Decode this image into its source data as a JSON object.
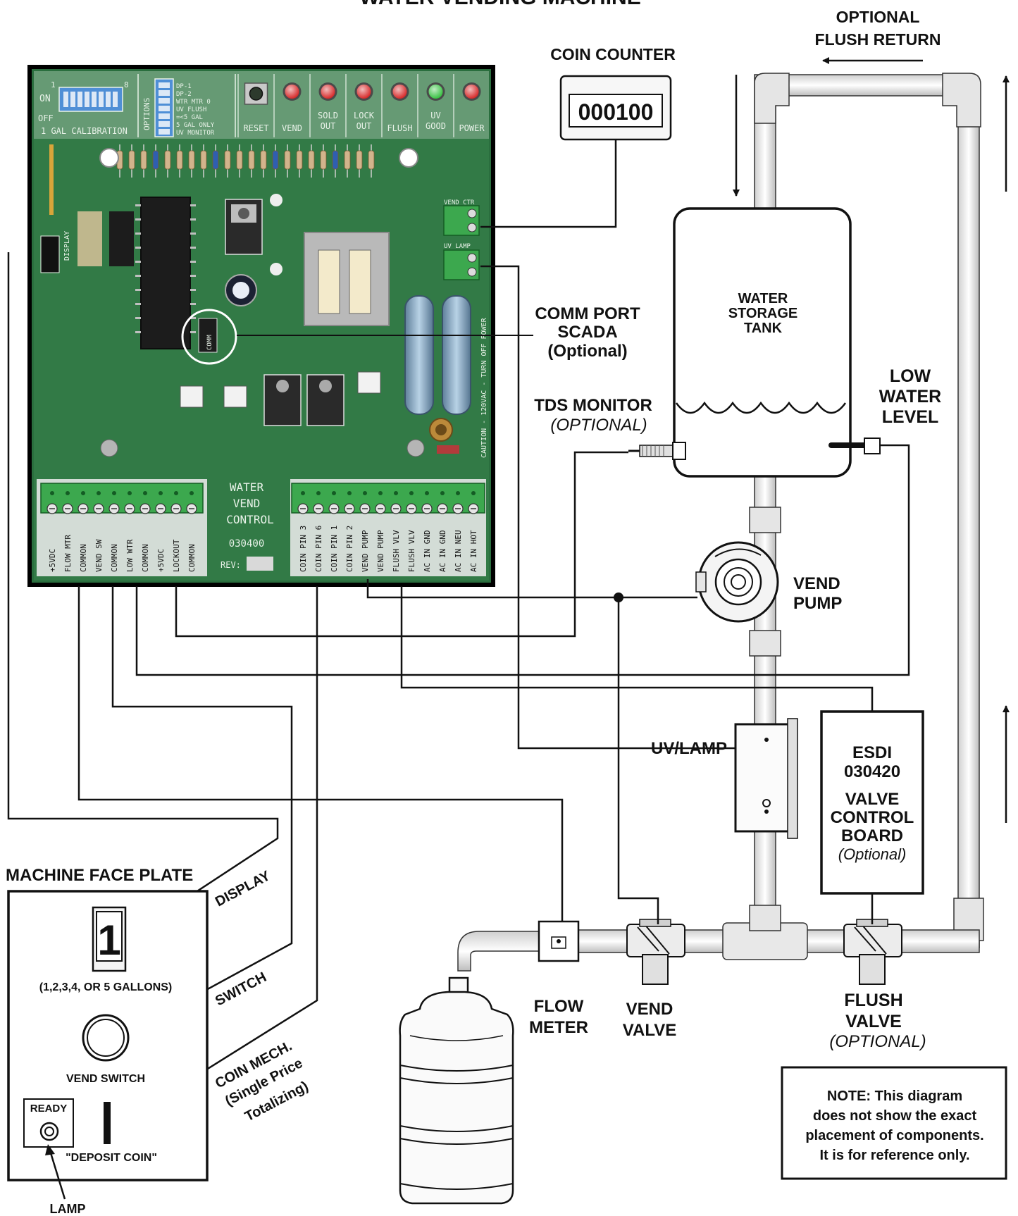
{
  "diagram": {
    "title": "WATER VENDING MACHINE",
    "board": {
      "dip_on": "ON",
      "dip_off": "OFF",
      "dip_one": "1",
      "dip_eight": "8",
      "calibration": "1 GAL CALIBRATION",
      "options": "OPTIONS",
      "option_list": [
        "DP-1",
        "DP-2",
        "WTR MTR 0",
        "UV FLUSH",
        "=<5 GAL",
        "5 GAL ONLY",
        "UV MONITOR"
      ],
      "indicators": [
        "RESET",
        "VEND",
        "SOLD OUT",
        "LOCK OUT",
        "FLUSH",
        "UV GOOD",
        "POWER"
      ],
      "indicator_colors": [
        "#9a9a9a",
        "#d41f1f",
        "#d41f1f",
        "#d41f1f",
        "#d41f1f",
        "#2fbf3a",
        "#d41f1f"
      ],
      "vend_ctr": "VEND CTR",
      "uv_lamp": "UV LAMP",
      "display": "DISPLAY",
      "comm": "COMM",
      "name_line1": "WATER",
      "name_line2": "VEND",
      "name_line3": "CONTROL",
      "part_number": "030400",
      "rev": "REV:",
      "left_terminals": [
        "+5VDC",
        "FLOW MTR",
        "COMMON",
        "VEND SW",
        "COMMON",
        "LOW WTR",
        "COMMON",
        "+5VDC",
        "LOCKOUT",
        "COMMON"
      ],
      "right_terminals": [
        "COIN PIN 3",
        "COIN PIN 6",
        "COIN PIN 1",
        "COIN PIN 2",
        "VEND PUMP",
        "VEND PUMP",
        "FLUSH VLV",
        "FLUSH VLV",
        "AC IN GND",
        "AC IN GND",
        "AC IN NEU",
        "AC IN HOT"
      ],
      "caution": "CAUTION - 120VAC - TURN OFF POWER"
    },
    "coin_counter": {
      "label": "COIN COUNTER",
      "value": "000100"
    },
    "flush_return": {
      "line1": "OPTIONAL",
      "line2": "FLUSH RETURN"
    },
    "comm_port": {
      "line1": "COMM PORT",
      "line2": "SCADA",
      "line3": "(Optional)"
    },
    "tank": {
      "line1": "WATER",
      "line2": "STORAGE",
      "line3": "TANK"
    },
    "tds": {
      "line1": "TDS MONITOR",
      "line2": "(OPTIONAL)"
    },
    "low_water": {
      "line1": "LOW",
      "line2": "WATER",
      "line3": "LEVEL"
    },
    "vend_pump": {
      "line1": "VEND",
      "line2": "PUMP"
    },
    "uv_lamp_label": "UV/LAMP",
    "esdi": {
      "line1": "ESDI",
      "line2": "030420",
      "line3": "VALVE",
      "line4": "CONTROL",
      "line5": "BOARD",
      "line6": "(Optional)"
    },
    "face_plate": {
      "title": "MACHINE FACE PLATE",
      "display_digit": "1",
      "gallons": "(1,2,3,4, OR 5 GALLONS)",
      "vend_switch": "VEND SWITCH",
      "ready": "READY",
      "deposit": "\"DEPOSIT COIN\"",
      "lamp": "LAMP"
    },
    "wires": {
      "display": "DISPLAY",
      "switch": "SWITCH",
      "coin_line1": "COIN MECH.",
      "coin_line2": "(Single Price",
      "coin_line3": "Totalizing)"
    },
    "flow_meter": {
      "line1": "FLOW",
      "line2": "METER"
    },
    "vend_valve": {
      "line1": "VEND",
      "line2": "VALVE"
    },
    "flush_valve": {
      "line1": "FLUSH",
      "line2": "VALVE",
      "line3": "(OPTIONAL)"
    },
    "note": {
      "line1": "NOTE: This diagram",
      "line2": "does not show the exact",
      "line3": "placement of components.",
      "line4": "It is for reference only."
    }
  }
}
